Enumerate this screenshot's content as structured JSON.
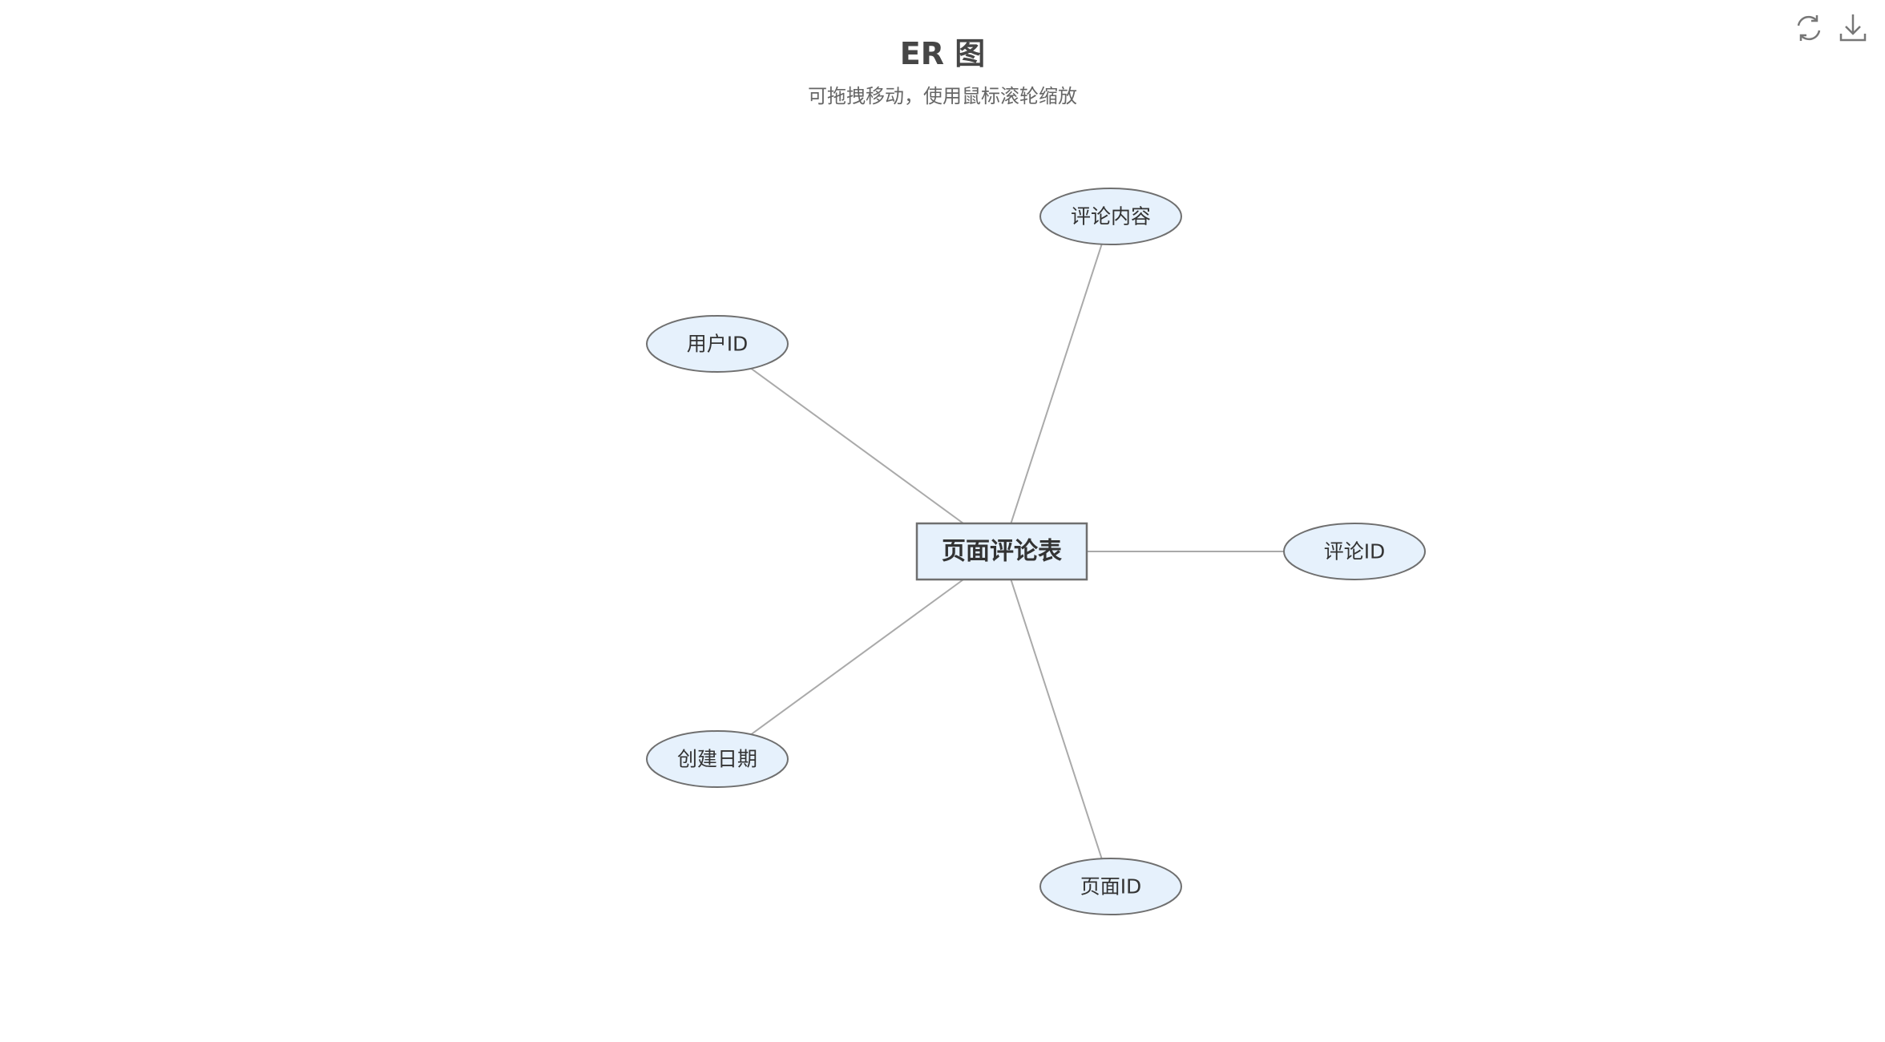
{
  "header": {
    "title": "ER 图",
    "subtitle": "可拖拽移动，使用鼠标滚轮缩放"
  },
  "toolbar": {
    "refresh_icon": "refresh-icon",
    "download_icon": "download-icon"
  },
  "colors": {
    "node_fill": "#e6f1fc",
    "node_stroke": "#6f6f6f",
    "edge": "#aaaaaa"
  },
  "diagram": {
    "entity": {
      "id": "entity",
      "label": "页面评论表"
    },
    "attributes": [
      {
        "id": "comment-content",
        "label": "评论内容"
      },
      {
        "id": "user-id",
        "label": "用户ID"
      },
      {
        "id": "comment-id",
        "label": "评论ID"
      },
      {
        "id": "created-date",
        "label": "创建日期"
      },
      {
        "id": "page-id",
        "label": "页面ID"
      }
    ],
    "edges": [
      {
        "from": "entity",
        "to": "comment-content"
      },
      {
        "from": "entity",
        "to": "user-id"
      },
      {
        "from": "entity",
        "to": "comment-id"
      },
      {
        "from": "entity",
        "to": "created-date"
      },
      {
        "from": "entity",
        "to": "page-id"
      }
    ]
  }
}
